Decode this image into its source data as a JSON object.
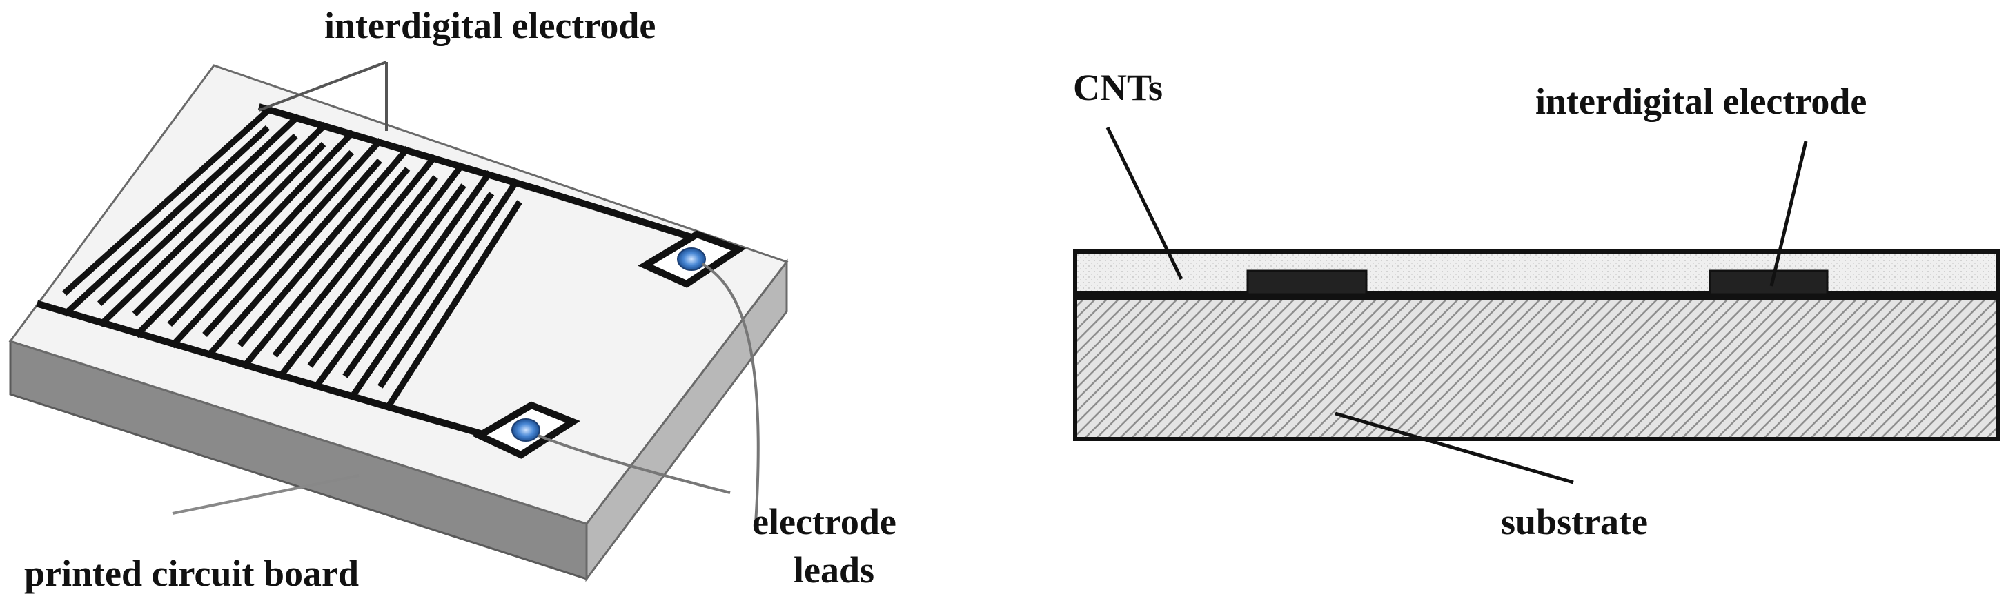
{
  "left_panel": {
    "label_top": "interdigital electrode",
    "label_bottom_left": "printed circuit board",
    "label_leads_line1": "electrode",
    "label_leads_line2": "leads"
  },
  "right_panel": {
    "label_cnts": "CNTs",
    "label_electrode": "interdigital electrode",
    "label_substrate": "substrate"
  },
  "colors": {
    "board_top": "#f3f3f3",
    "board_side_front": "#8a8a8a",
    "board_side_right": "#b8b8b8",
    "electrode": "#111111",
    "lead_pad": "#3b78c4",
    "cnt_layer": "#ececec",
    "substrate_hatch": "#9a9a9a"
  }
}
